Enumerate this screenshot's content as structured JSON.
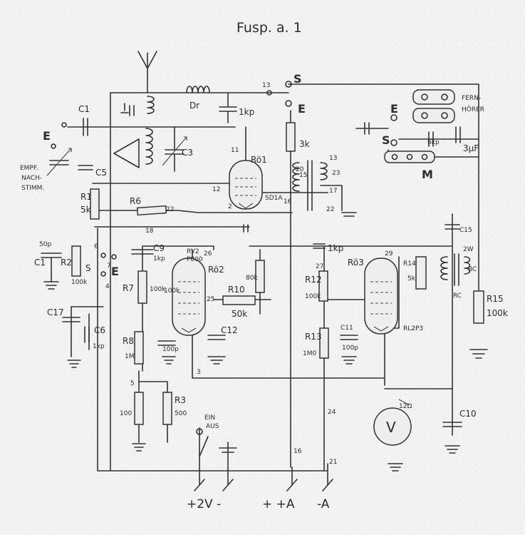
{
  "title": "Fusp. a. 1",
  "tubes": {
    "r1": "Rö1",
    "r1_type": "SD1A",
    "r2": "Rö2",
    "r3": "Rö3",
    "r3_type": "RL2P3"
  },
  "rv_label": "RV2",
  "rv_type": "P800",
  "components": {
    "d1": "Dr",
    "c1_top": "C1",
    "c1": "C1",
    "c2": "1kp",
    "c3": "C3",
    "c5": "C5",
    "c6": "C6",
    "c6_val": "1kp",
    "c9": "C9",
    "c9_val": "1kp",
    "c10": "C10",
    "c11": "C11",
    "c11_val": "100p",
    "c12": "C12",
    "c15": "C15",
    "c17": "C17",
    "r1": "R1",
    "r1_val": "5k",
    "r2": "R2",
    "r2_val": "100k",
    "r3": "R3",
    "r3_val": "500",
    "r4_val": "3k",
    "r5_val": "100",
    "r6": "R6",
    "r7": "R7",
    "r7_val": "100k",
    "r8": "R8",
    "r8_val": "1M",
    "r9_val": "80k",
    "r10": "R10",
    "r10_val": "50k",
    "r12": "R12",
    "r12_val": "100k",
    "r13": "R13",
    "r13_val": "1M0",
    "r14": "R14",
    "r14_val": "5k",
    "r15": "R15",
    "r15_val": "100k",
    "c50": "50p",
    "c100": "100p",
    "c100k": "100k",
    "c1kp_mid": "1kp",
    "c6kp": "6kp",
    "c3mf": "3μF",
    "c2w": "2W",
    "rc": "RC",
    "bc": "BC",
    "r12_ohm": "12Ω"
  },
  "nodes": {
    "n2": "2",
    "n3": "3",
    "n4": "4",
    "n5": "5",
    "n11": "11",
    "n12": "12",
    "n13": "13",
    "n16": "16",
    "n16b": "16",
    "n17": "17",
    "n18": "18",
    "n20": "20",
    "n21": "21",
    "n22": "22",
    "n22b": "22",
    "n23": "23",
    "n24": "24",
    "n25": "25",
    "n26": "26",
    "n27": "27",
    "n29": "29",
    "n13b": "13",
    "n6": "6",
    "n7": "7",
    "n15": "15"
  },
  "labels": {
    "empf": "EMPF.",
    "nach": "NACH-",
    "stimm": "STIMM.",
    "e_left": "E",
    "e_top": "E",
    "e_mid": "E",
    "e_right": "E",
    "s_top": "S",
    "s_right": "S",
    "s_mid": "S",
    "m": "M",
    "fern": "FERN-",
    "horer": "HÖRER",
    "ein": "EIN",
    "aus": "AUS",
    "voltmeter": "V",
    "bat_2v": "+2V -",
    "bat_a": "+ +A",
    "minus_a": "-A"
  }
}
